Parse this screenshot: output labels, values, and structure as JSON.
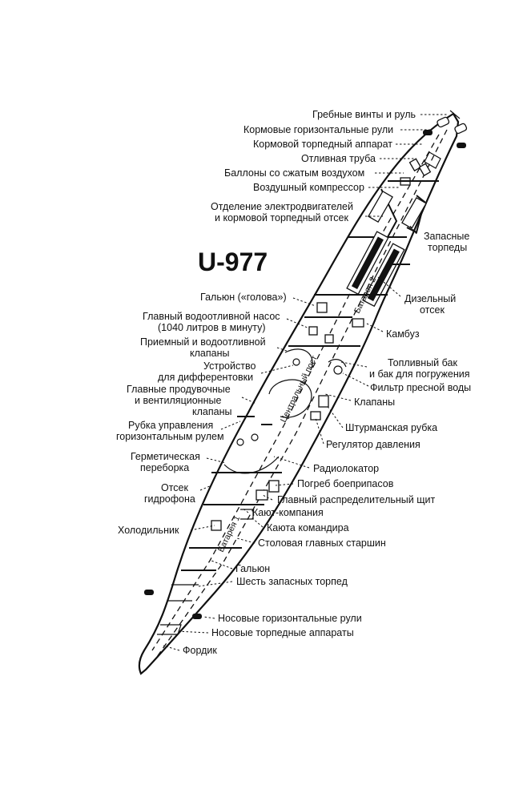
{
  "title": "U-977",
  "inner_labels": {
    "battery_2": "Батарея 2",
    "control_room": "Центральный пост",
    "battery_1": "Батарея 1"
  },
  "labels": [
    {
      "id": "propellers",
      "text": "Гребные винты и руль"
    },
    {
      "id": "stern-planes",
      "text": "Кормовые горизонтальные рули"
    },
    {
      "id": "stern-torpedo-tube",
      "text": "Кормовой торпедный аппарат"
    },
    {
      "id": "drain-pipe",
      "text": "Отливная труба"
    },
    {
      "id": "air-bottles",
      "text": "Баллоны со сжатым воздухом"
    },
    {
      "id": "air-compressor",
      "text": "Воздушный компрессор"
    },
    {
      "id": "motor-room-1",
      "text": "Отделение электродвигателей"
    },
    {
      "id": "motor-room-2",
      "text": "и кормовой торпедный отсек"
    },
    {
      "id": "spare-torpedoes-1",
      "text": "Запасные"
    },
    {
      "id": "spare-torpedoes-2",
      "text": "торпеды"
    },
    {
      "id": "head",
      "text": "Гальюн («голова»)"
    },
    {
      "id": "diesel-1",
      "text": "Дизельный"
    },
    {
      "id": "diesel-2",
      "text": "отсек"
    },
    {
      "id": "main-pump-1",
      "text": "Главный водоотливной насос"
    },
    {
      "id": "main-pump-2",
      "text": "(1040 литров в минуту)"
    },
    {
      "id": "galley",
      "text": "Камбуз"
    },
    {
      "id": "intake-valves-1",
      "text": "Приемный и водоотливной"
    },
    {
      "id": "intake-valves-2",
      "text": "клапаны"
    },
    {
      "id": "trim-device-1",
      "text": "Устройство"
    },
    {
      "id": "trim-device-2",
      "text": "для дифферентовки"
    },
    {
      "id": "fuel-tank-1",
      "text": "Топливный бак"
    },
    {
      "id": "fuel-tank-2",
      "text": "и бак для погружения"
    },
    {
      "id": "water-filter",
      "text": "Фильтр пресной воды"
    },
    {
      "id": "blow-valves-1",
      "text": "Главные продувочные"
    },
    {
      "id": "blow-valves-2",
      "text": "и вентиляционные"
    },
    {
      "id": "blow-valves-3",
      "text": "клапаны"
    },
    {
      "id": "valves",
      "text": "Клапаны"
    },
    {
      "id": "planes-control-1",
      "text": "Рубка управления"
    },
    {
      "id": "planes-control-2",
      "text": "горизонтальным рулем"
    },
    {
      "id": "chart-room",
      "text": "Штурманская рубка"
    },
    {
      "id": "pressure-regulator",
      "text": "Регулятор давления"
    },
    {
      "id": "bulkhead-1",
      "text": "Герметическая"
    },
    {
      "id": "bulkhead-2",
      "text": "переборка"
    },
    {
      "id": "radar",
      "text": "Радиолокатор"
    },
    {
      "id": "magazine",
      "text": "Погреб боеприпасов"
    },
    {
      "id": "sonar-1",
      "text": "Отсек"
    },
    {
      "id": "sonar-2",
      "text": "гидрофона"
    },
    {
      "id": "switchboard",
      "text": "Главный распределительный щит"
    },
    {
      "id": "wardroom",
      "text": "Кают-компания"
    },
    {
      "id": "fridge",
      "text": "Холодильник"
    },
    {
      "id": "captain-cabin",
      "text": "Каюта командира"
    },
    {
      "id": "po-mess",
      "text": "Столовая главных старшин"
    },
    {
      "id": "head-fwd",
      "text": "Гальюн"
    },
    {
      "id": "six-torpedoes",
      "text": "Шесть запасных торпед"
    },
    {
      "id": "bow-planes",
      "text": "Носовые горизонтальные рули"
    },
    {
      "id": "bow-tubes",
      "text": "Носовые торпедные аппараты"
    },
    {
      "id": "fordik",
      "text": "Фордик"
    }
  ]
}
